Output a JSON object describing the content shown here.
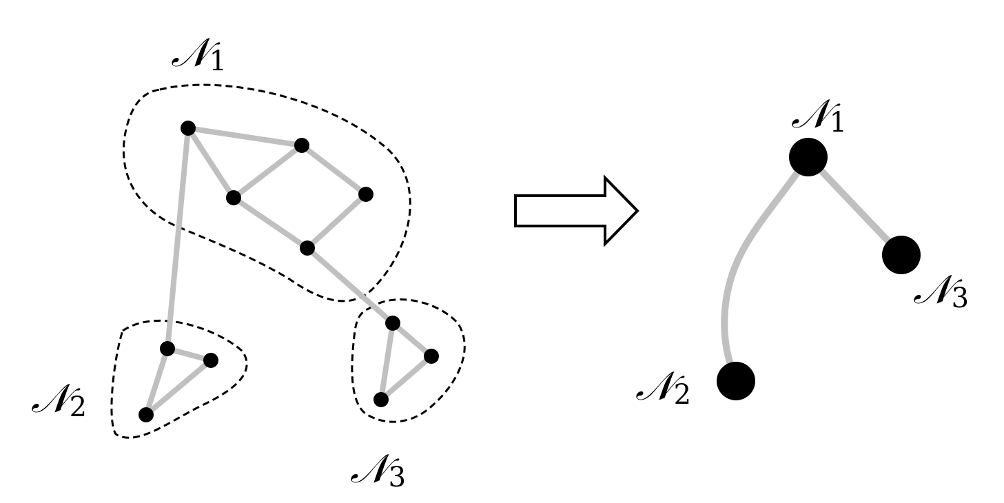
{
  "colors": {
    "edge": "#c0c0c0",
    "node": "#000000",
    "boundary": "#000000",
    "background": "#ffffff"
  },
  "left_graph": {
    "groups": [
      {
        "id": "N1",
        "symbol": "𝒩",
        "subscript": "1"
      },
      {
        "id": "N2",
        "symbol": "𝒩",
        "subscript": "2"
      },
      {
        "id": "N3",
        "symbol": "𝒩",
        "subscript": "3"
      }
    ]
  },
  "right_graph": {
    "nodes": [
      {
        "id": "N1",
        "symbol": "𝒩",
        "subscript": "1"
      },
      {
        "id": "N2",
        "symbol": "𝒩",
        "subscript": "2"
      },
      {
        "id": "N3",
        "symbol": "𝒩",
        "subscript": "3"
      }
    ]
  },
  "arrow_icon": "right-hollow-arrow"
}
